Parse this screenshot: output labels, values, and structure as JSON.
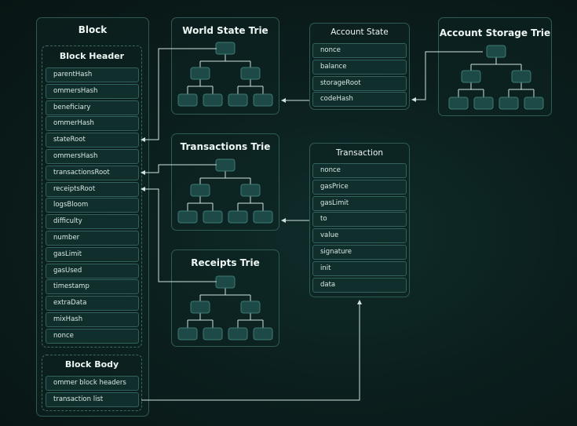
{
  "block": {
    "title": "Block",
    "header_title": "Block Header",
    "header_fields": [
      "parentHash",
      "ommersHash",
      "beneficiary",
      "ommerHash",
      "stateRoot",
      "ommersHash",
      "transactionsRoot",
      "receiptsRoot",
      "logsBloom",
      "difficulty",
      "number",
      "gasLimit",
      "gasUsed",
      "timestamp",
      "extraData",
      "mixHash",
      "nonce"
    ],
    "body_title": "Block Body",
    "body_fields": [
      "ommer block headers",
      "transaction list"
    ]
  },
  "tries": {
    "world_state": "World State Trie",
    "transactions": "Transactions Trie",
    "receipts": "Receipts Trie",
    "account_storage": "Account Storage Trie"
  },
  "account_state": {
    "title": "Account State",
    "fields": [
      "nonce",
      "balance",
      "storageRoot",
      "codeHash"
    ]
  },
  "transaction": {
    "title": "Transaction",
    "fields": [
      "nonce",
      "gasPrice",
      "gasLimit",
      "to",
      "value",
      "signature",
      "init",
      "data"
    ]
  },
  "colors": {
    "node_fill": "#1d4a46",
    "node_stroke": "#3f7a73",
    "line": "#cfe3df"
  }
}
